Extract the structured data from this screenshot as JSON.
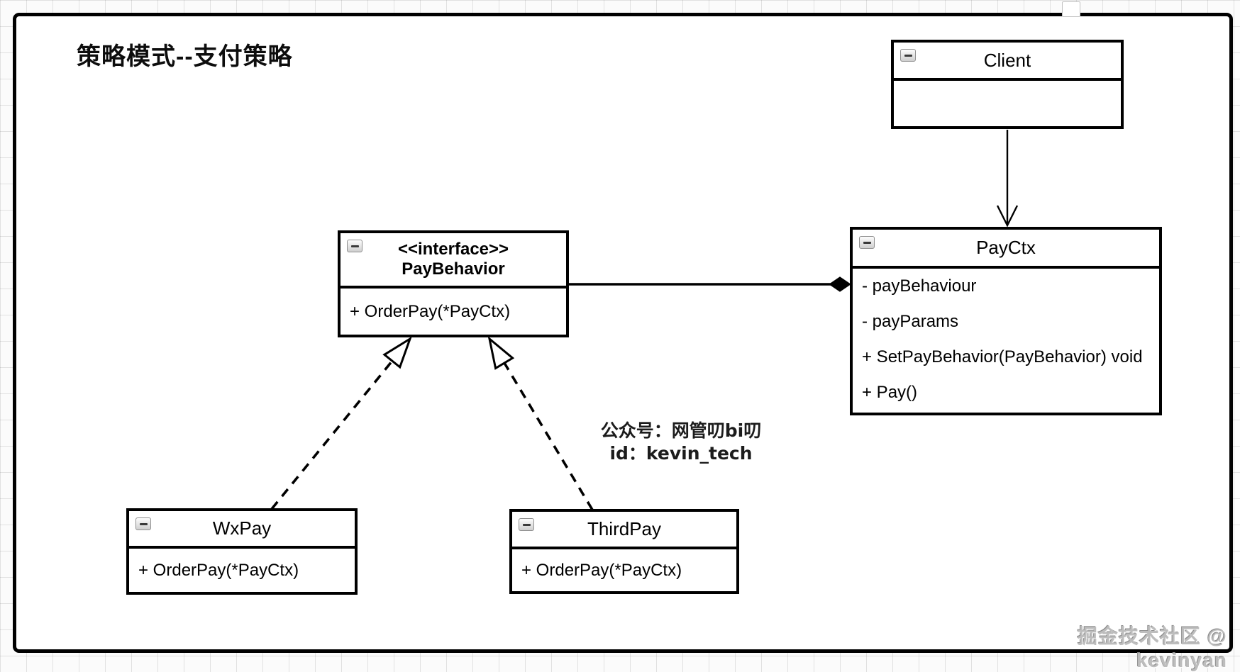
{
  "page_title": "策略模式--支付策略",
  "diagram": {
    "classes": {
      "client": {
        "name": "Client",
        "members": []
      },
      "payctx": {
        "name": "PayCtx",
        "members": [
          "- payBehaviour",
          "- payParams",
          "+ SetPayBehavior(PayBehavior) void",
          "+ Pay()"
        ]
      },
      "paybehavior": {
        "stereotype": "<<interface>>",
        "name": "PayBehavior",
        "members": [
          "+ OrderPay(*PayCtx)"
        ]
      },
      "wxpay": {
        "name": "WxPay",
        "members": [
          "+ OrderPay(*PayCtx)"
        ]
      },
      "thirdpay": {
        "name": "ThirdPay",
        "members": [
          "+ OrderPay(*PayCtx)"
        ]
      }
    },
    "relationships": [
      {
        "type": "directed-association",
        "from": "Client",
        "to": "PayCtx",
        "line": "solid",
        "arrow": "open-v"
      },
      {
        "type": "composition",
        "from": "PayBehavior",
        "to": "PayCtx",
        "line": "solid",
        "arrow": "filled-diamond"
      },
      {
        "type": "realization",
        "from": "WxPay",
        "to": "PayBehavior",
        "line": "dashed",
        "arrow": "hollow-triangle"
      },
      {
        "type": "realization",
        "from": "ThirdPay",
        "to": "PayBehavior",
        "line": "dashed",
        "arrow": "hollow-triangle"
      }
    ]
  },
  "watermark": {
    "line1": "公众号：网管叨bi叨",
    "line2": "id：kevin_tech"
  },
  "credit": "掘金技术社区 @ kevinyan",
  "colors": {
    "box_border": "#000000",
    "box_fill": "#ffffff",
    "canvas_fill": "#ffffff",
    "grid_line": "#d9d9d9",
    "credit_gray": "#bdbdbd"
  }
}
